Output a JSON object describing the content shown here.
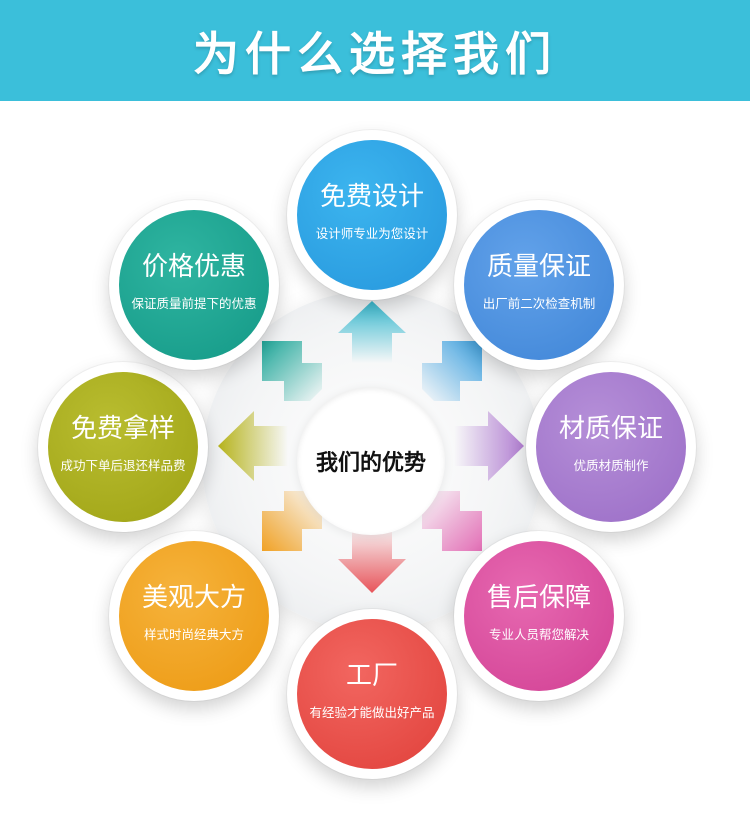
{
  "header": {
    "title": "为什么选择我们"
  },
  "center": {
    "label": "我们的优势"
  },
  "colors": {
    "header_bg": "#3bbfda",
    "design": "#2a9de0",
    "quality": "#4a8fdc",
    "material": "#a277cc",
    "aftersale": "#d94b9c",
    "factory": "#e84a44",
    "appearance": "#f1a21a",
    "sample": "#a7ac1c",
    "price": "#159f8c"
  },
  "nodes": [
    {
      "id": "design",
      "title": "免费设计",
      "subtitle": "设计师专业为您设计"
    },
    {
      "id": "quality",
      "title": "质量保证",
      "subtitle": "出厂前二次检查机制"
    },
    {
      "id": "material",
      "title": "材质保证",
      "subtitle": "优质材质制作"
    },
    {
      "id": "aftersale",
      "title": "售后保障",
      "subtitle": "专业人员帮您解决"
    },
    {
      "id": "factory",
      "title": "工厂",
      "subtitle": "有经验才能做出好产品"
    },
    {
      "id": "appearance",
      "title": "美观大方",
      "subtitle": "样式时尚经典大方"
    },
    {
      "id": "sample",
      "title": "免费拿样",
      "subtitle": "成功下单后退还样品费"
    },
    {
      "id": "price",
      "title": "价格优惠",
      "subtitle": "保证质量前提下的优惠"
    }
  ]
}
